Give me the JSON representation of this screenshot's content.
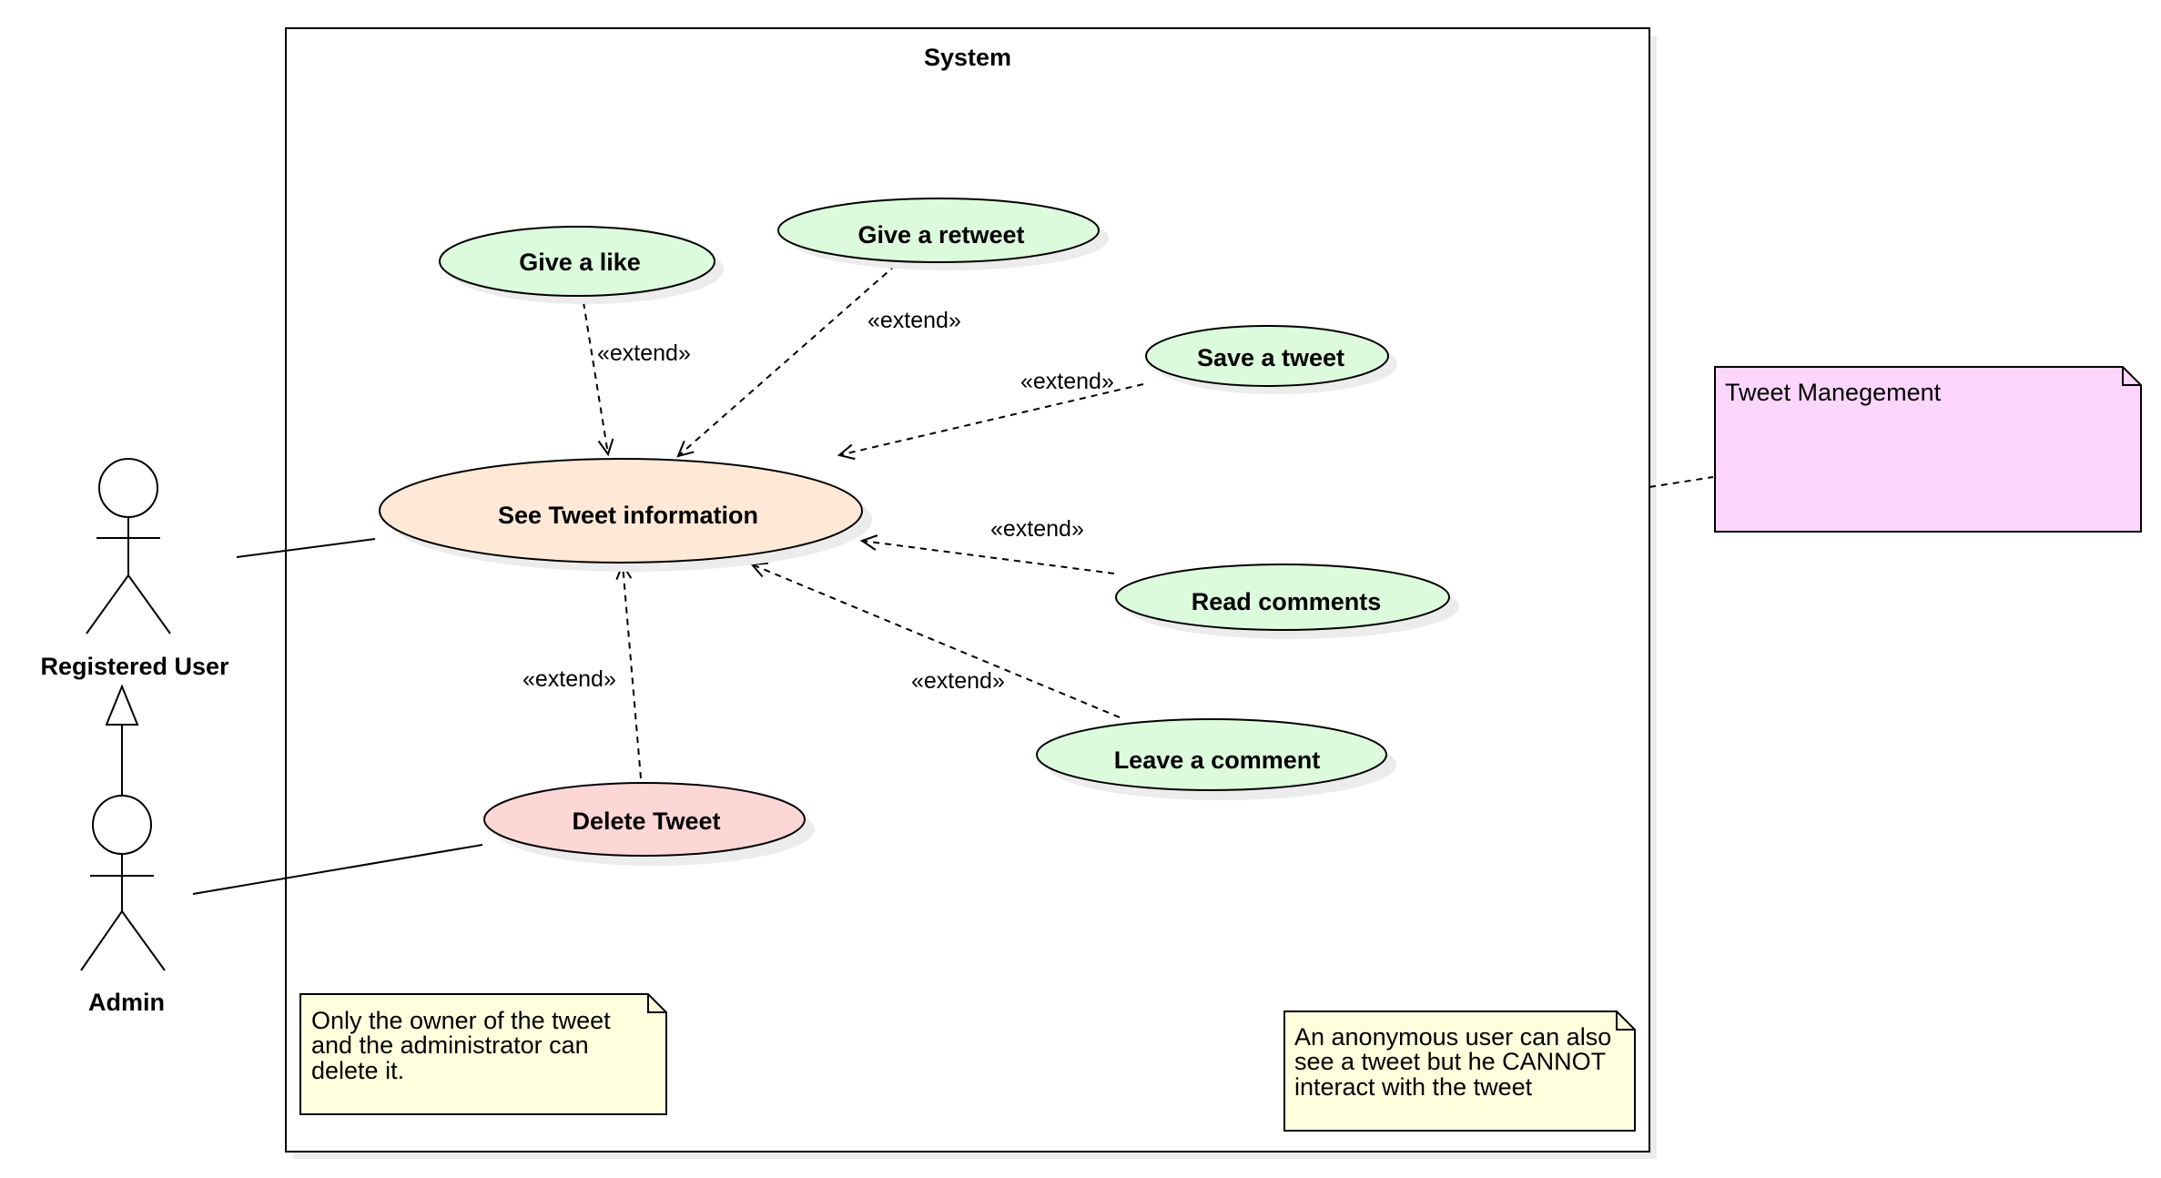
{
  "system": {
    "title": "System"
  },
  "actors": {
    "registered_user": "Registered User",
    "admin": "Admin"
  },
  "use_cases": {
    "give_like": "Give a like",
    "give_retweet": "Give a retweet",
    "save_tweet": "Save a tweet",
    "see_tweet_info": "See Tweet information",
    "read_comments": "Read comments",
    "leave_comment": "Leave a comment",
    "delete_tweet": "Delete Tweet"
  },
  "relations": {
    "extend_label": "«extend»"
  },
  "notes": {
    "owner_note": [
      "Only the owner of the tweet",
      "and the administrator can",
      "delete it."
    ],
    "anon_note": [
      "An anonymous user can also",
      "see a tweet but he CANNOT",
      "interact with the tweet"
    ],
    "tweet_management": "Tweet Manegement"
  },
  "colors": {
    "green_fill": "#dcfadc",
    "orange_fill": "#ffe9d6",
    "red_fill": "#fdd6d6",
    "note_yellow": "#ffffdd",
    "note_pink": "#fdd6fd",
    "shadow": "#ececec"
  }
}
